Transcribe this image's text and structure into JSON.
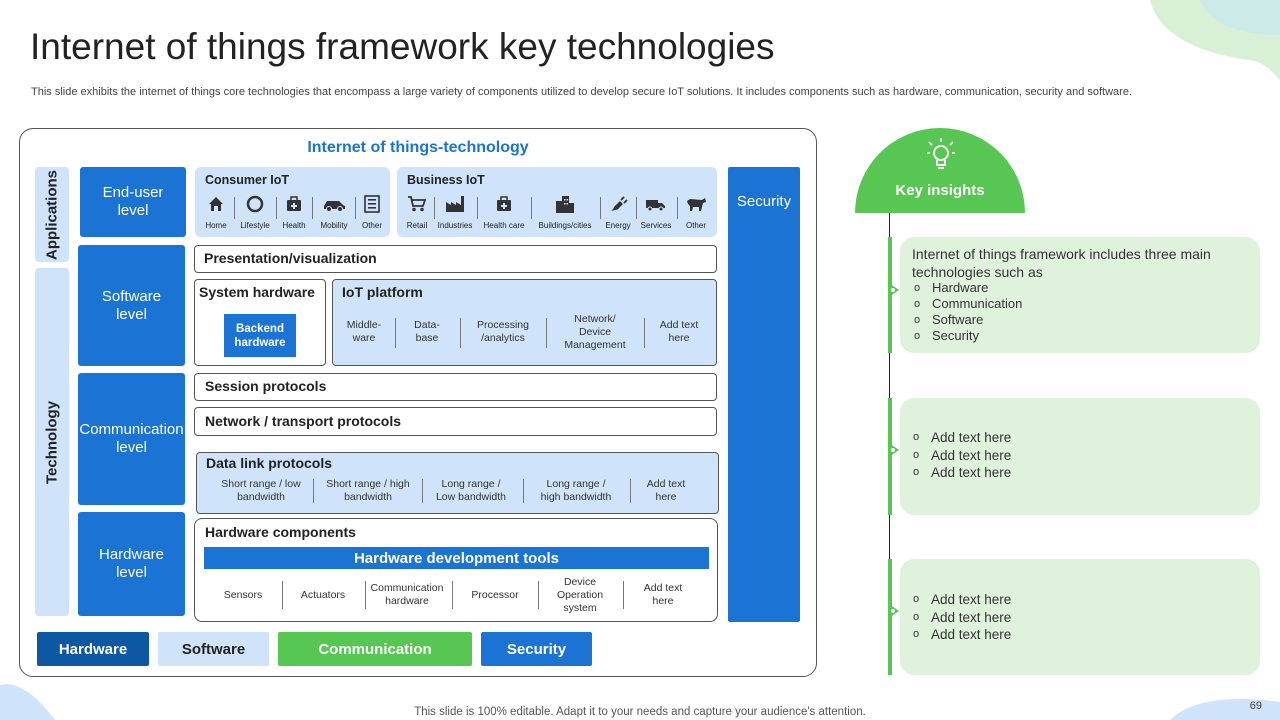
{
  "header": {
    "title": "Internet of things framework key technologies",
    "subtitle": "This slide exhibits the internet of things core technologies that encompass a large variety of components utilized to develop secure IoT solutions. It includes components such as hardware, communication, security and software."
  },
  "diagram": {
    "title": "Internet of things-technology",
    "side_labels": {
      "applications": "Applications",
      "technology": "Technology"
    },
    "levels": {
      "end_user": "End-user level",
      "software": "Software level",
      "communication": "Communication level",
      "hardware": "Hardware level"
    },
    "consumer_iot": {
      "title": "Consumer IoT",
      "items": [
        "Home",
        "Lifestyle",
        "Health",
        "Mobility",
        "Other"
      ]
    },
    "business_iot": {
      "title": "Business IoT",
      "items": [
        "Retail",
        "Industries",
        "Health care",
        "Buildings/cities",
        "Energy",
        "Services",
        "Other"
      ]
    },
    "presentation": "Presentation/visualization",
    "system_hardware": {
      "title": "System hardware",
      "button": "Backend hardware"
    },
    "iot_platform": {
      "title": "IoT platform",
      "items": [
        "Middle-ware",
        "Data-base",
        "Processing /analytics",
        "Network/ Device Management",
        "Add text here"
      ]
    },
    "session_protocols": "Session protocols",
    "network_protocols": "Network / transport protocols",
    "data_link": {
      "title": "Data link protocols",
      "items": [
        "Short range / low bandwidth",
        "Short range / high bandwidth",
        "Long range / Low bandwidth",
        "Long range / high bandwidth",
        "Add text here"
      ]
    },
    "hardware_components": {
      "title": "Hardware components",
      "tools": "Hardware development tools",
      "items": [
        "Sensors",
        "Actuators",
        "Communication hardware",
        "Processor",
        "Device Operation system",
        "Add text here"
      ]
    },
    "security": "Security",
    "legend": [
      "Hardware",
      "Software",
      "Communication",
      "Security"
    ]
  },
  "insights": {
    "title": "Key insights",
    "panels": [
      {
        "intro": "Internet of things framework includes three main technologies such as",
        "bullets": [
          "Hardware",
          "Communication",
          "Software",
          "Security"
        ]
      },
      {
        "intro": "",
        "bullets": [
          "Add text here",
          "Add text here",
          "Add text here"
        ]
      },
      {
        "intro": "",
        "bullets": [
          "Add text here",
          "Add text here",
          "Add text here"
        ]
      }
    ]
  },
  "footer": {
    "note": "This slide is 100% editable. Adapt it to your needs and capture your audience's attention.",
    "page_number": "69"
  },
  "colors": {
    "blue": "#1b74d4",
    "light_blue": "#cfe3fb",
    "dark_blue": "#0d57a3",
    "green": "#57c653",
    "light_green": "#dff3dc"
  }
}
